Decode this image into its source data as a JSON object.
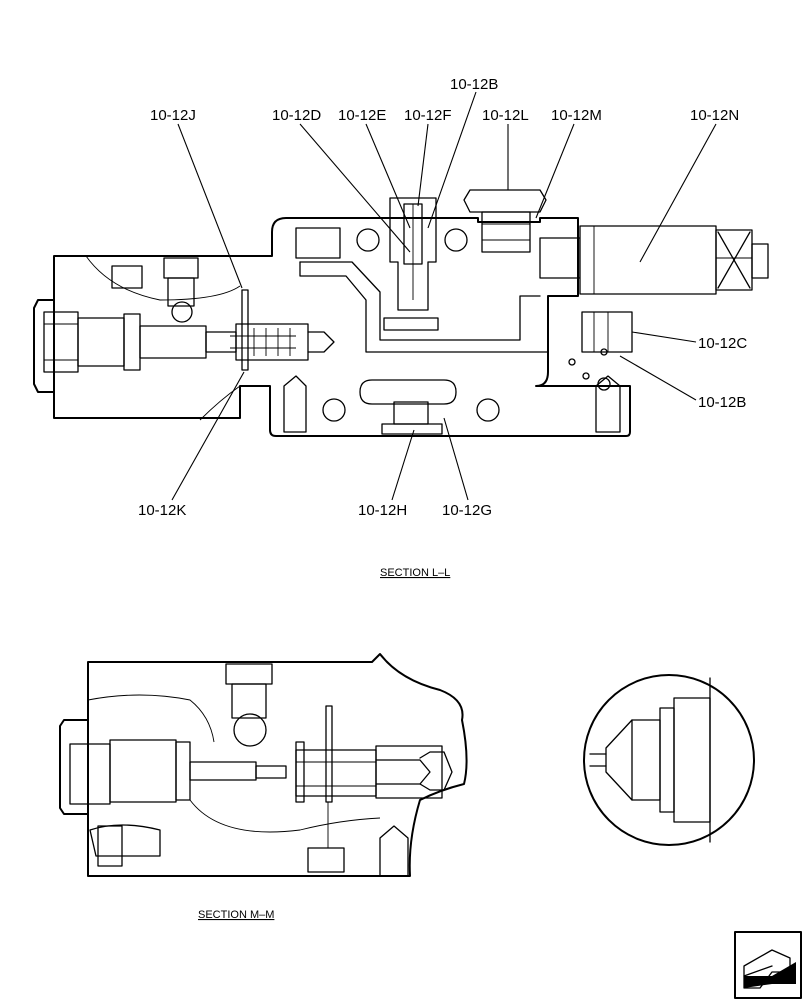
{
  "section_l": {
    "title": "SECTION  L–L",
    "callouts": {
      "j": "10-12J",
      "d": "10-12D",
      "e": "10-12E",
      "f": "10-12F",
      "b_top": "10-12B",
      "l": "10-12L",
      "m": "10-12M",
      "n": "10-12N",
      "c": "10-12C",
      "b_right": "10-12B",
      "k": "10-12K",
      "h": "10-12H",
      "g": "10-12G"
    }
  },
  "section_m": {
    "title": "SECTION  M–M"
  },
  "icons": {
    "detail": "detail-circle-icon",
    "nav": "next-page-arrow-icon"
  }
}
